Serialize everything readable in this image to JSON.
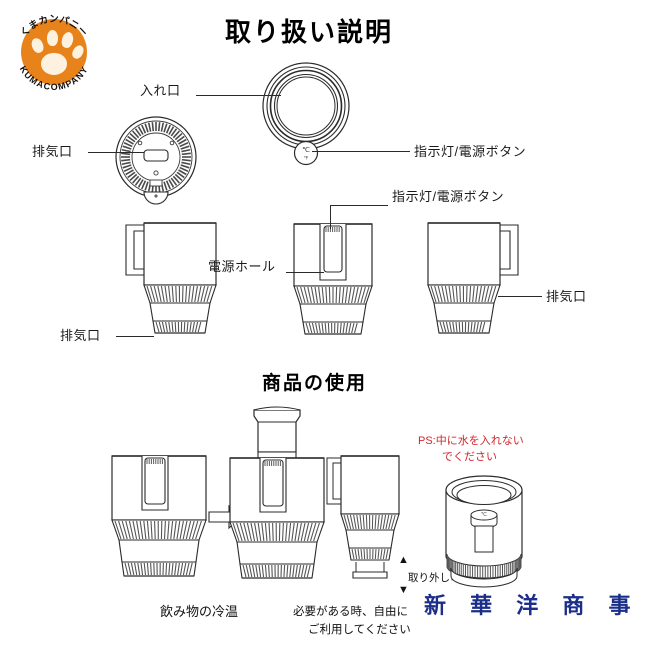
{
  "brand": {
    "logo_top_text": "くまカンパニー",
    "logo_bottom_text": "KUMACOMPANY",
    "logo_color": "#e8821a",
    "paw_color": "#fdf2e0"
  },
  "watermark": {
    "text": "新 華 洋 商 事",
    "color": "#1b2f8a"
  },
  "sections": {
    "instructions_title": "取り扱い説明",
    "usage_title": "商品の使用"
  },
  "callouts": {
    "inlet": "入れ口",
    "exhaust_top": "排気口",
    "indicator_power_right": "指示灯/電源ボタン",
    "indicator_power_mid": "指示灯/電源ボタン",
    "power_hole": "電源ホール",
    "exhaust_left_cup": "排気口",
    "exhaust_right_cup": "排気口"
  },
  "button_glyph": {
    "top": "℃",
    "bottom": "℉"
  },
  "usage": {
    "caption_cooling": "飲み物の冷温",
    "removable_label": "取り外し可",
    "free_use_line1": "必要がある時、自由に",
    "free_use_line2": "ご利用してください",
    "warning_line1": "PS:中に水を入れない",
    "warning_line2": "でください",
    "warning_color": "#d1262b",
    "arrow_up": "▲",
    "arrow_down": "▼"
  }
}
